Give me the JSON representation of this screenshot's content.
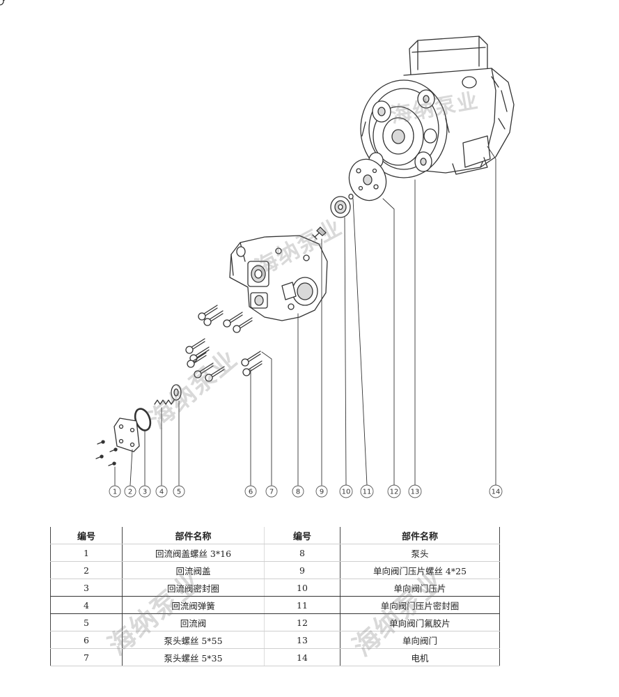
{
  "diagram": {
    "callouts": [
      "1",
      "2",
      "3",
      "4",
      "5",
      "6",
      "7",
      "8",
      "9",
      "10",
      "11",
      "12",
      "13",
      "14"
    ]
  },
  "watermark": {
    "text": "海纳泵业"
  },
  "table": {
    "headers": [
      "编号",
      "部件名称",
      "编号",
      "部件名称"
    ],
    "rows": [
      {
        "no_left": "1",
        "name_left": "回流阀盖螺丝 3*16",
        "no_right": "8",
        "name_right": "泵头"
      },
      {
        "no_left": "2",
        "name_left": "回流阀盖",
        "no_right": "9",
        "name_right": "单向阀门压片螺丝 4*25"
      },
      {
        "no_left": "3",
        "name_left": "回流阀密封圈",
        "no_right": "10",
        "name_right": "单向阀门压片"
      },
      {
        "no_left": "4",
        "name_left": "回流阀弹簧",
        "no_right": "11",
        "name_right": "单向阀门压片密封圈"
      },
      {
        "no_left": "5",
        "name_left": "回流阀",
        "no_right": "12",
        "name_right": "单向阀门氟胶片"
      },
      {
        "no_left": "6",
        "name_left": "泵头螺丝 5*55",
        "no_right": "13",
        "name_right": "单向阀门"
      },
      {
        "no_left": "7",
        "name_left": "泵头螺丝 5*35",
        "no_right": "14",
        "name_right": "电机"
      }
    ]
  },
  "colors": {
    "line": "#333333",
    "fill": "#ffffff",
    "shade": "#d9d9d9"
  }
}
